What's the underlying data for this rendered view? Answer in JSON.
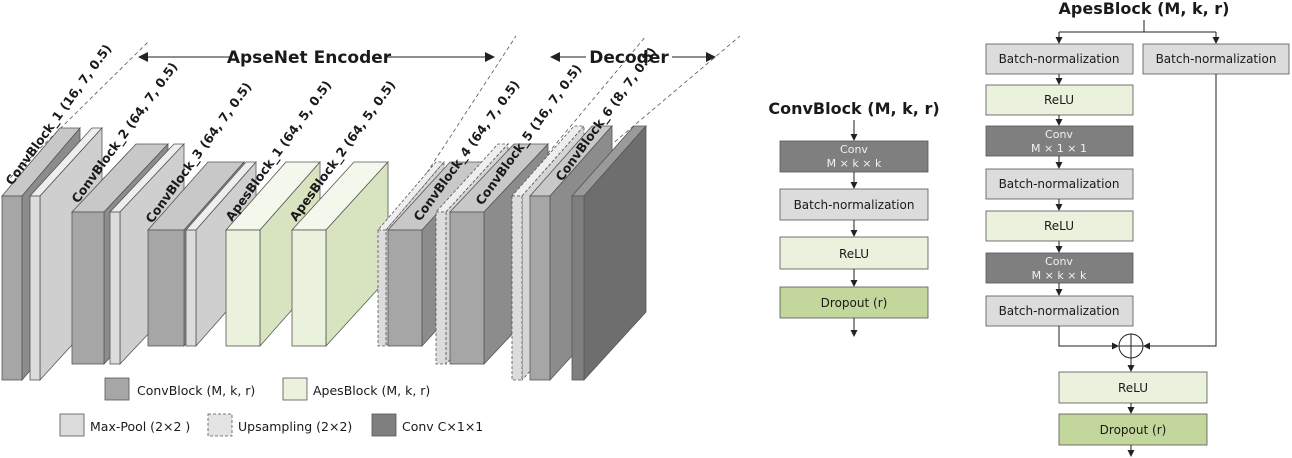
{
  "encoder_section": {
    "title": "ApseNet Encoder"
  },
  "decoder_section": {
    "title": "Decoder"
  },
  "blocks": [
    {
      "label": "ConvBlock_1 (16, 7, 0.5)"
    },
    {
      "label": "ConvBlock_2 (64, 7, 0.5)"
    },
    {
      "label": "ConvBlock_3 (64, 7, 0.5)"
    },
    {
      "label": "ApesBlock_1 (64, 5, 0.5)"
    },
    {
      "label": "ApesBlock_2 (64, 5, 0.5)"
    },
    {
      "label": "ConvBlock_4 (64, 7, 0.5)"
    },
    {
      "label": "ConvBlock_5 (16, 7, 0.5)"
    },
    {
      "label": "ConvBlock_6 (8, 7, 0.5)"
    }
  ],
  "legend": {
    "convblock": "ConvBlock (M, k, r)",
    "apesblock": "ApesBlock (M, k, r)",
    "maxpool": "Max-Pool (2×2 )",
    "upsampling": "Upsampling (2×2)",
    "conv": "Conv C×1×1"
  },
  "convblock_detail": {
    "title": "ConvBlock (M, k, r)",
    "conv_label": "Conv",
    "conv_dims": "M × k × k",
    "bn": "Batch-normalization",
    "relu": "ReLU",
    "dropout": "Dropout (r)"
  },
  "apesblock_detail": {
    "title": "ApesBlock (M, k, r)",
    "bn1": "Batch-normalization",
    "bn_side": "Batch-normalization",
    "relu1": "ReLU",
    "conv1_label": "Conv",
    "conv1_dims": "M × 1 × 1",
    "bn2": "Batch-normalization",
    "relu2": "ReLU",
    "conv2_label": "Conv",
    "conv2_dims": "M × k × k",
    "bn3": "Batch-normalization",
    "relu_out": "ReLU",
    "dropout_out": "Dropout (r)"
  },
  "colors": {
    "convblock": "#a6a6a6",
    "maxpool": "#dcdcdc",
    "apesblock": "#eaf1dc",
    "conv_final": "#7f7f7f",
    "dropout": "#c3d69b",
    "dark_conv": "#7f7f7f"
  }
}
